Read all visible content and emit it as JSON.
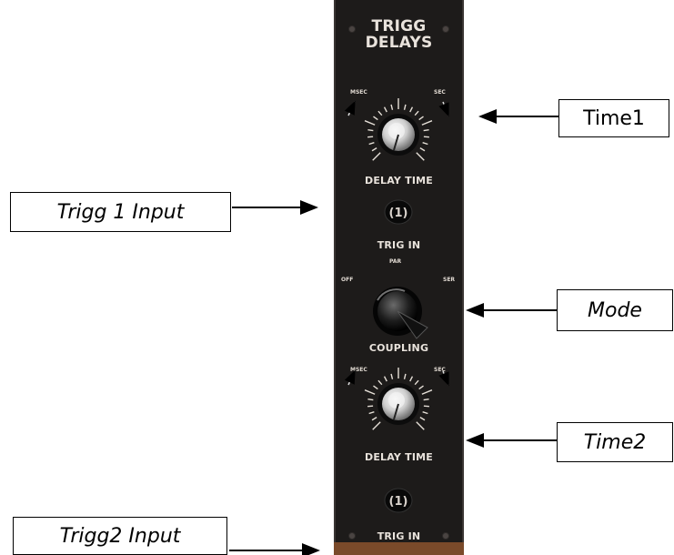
{
  "module": {
    "title_line1": "TRIGG",
    "title_line2": "DELAYS",
    "delay_time_label_1": "DELAY TIME",
    "trig_in_label_1": "TRIG IN",
    "coupling_label": "COUPLING",
    "delay_time_label_2": "DELAY TIME",
    "trig_in_label_2": "TRIG IN",
    "msec_label": "MSEC",
    "sec_label": "SEC",
    "coupling_off": "OFF",
    "coupling_par": "PAR",
    "coupling_ser": "SER"
  },
  "annotations": {
    "time1": "Time1",
    "trigg1_input": "Trigg 1 Input",
    "mode": "Mode",
    "time2": "Time2",
    "trigg2_input": "Trigg2 Input"
  }
}
